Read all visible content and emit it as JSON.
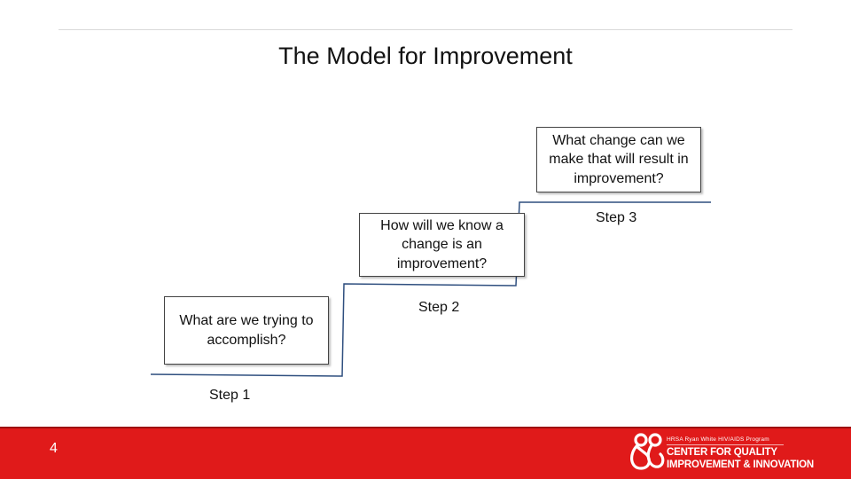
{
  "title": "The Model for Improvement",
  "boxes": {
    "q1": "What are we trying to accomplish?",
    "q2": "How will we know a change is an improvement?",
    "q3": "What change can we make that will result in improvement?"
  },
  "steps": {
    "step1": "Step 1",
    "step2": "Step 2",
    "step3": "Step 3"
  },
  "footer": {
    "page_number": "4",
    "logo_small": "HRSA Ryan White HIV/AIDS Program",
    "logo_line1": "CENTER FOR QUALITY",
    "logo_line2": "IMPROVEMENT & INNOVATION",
    "color": "#e01a1a"
  }
}
